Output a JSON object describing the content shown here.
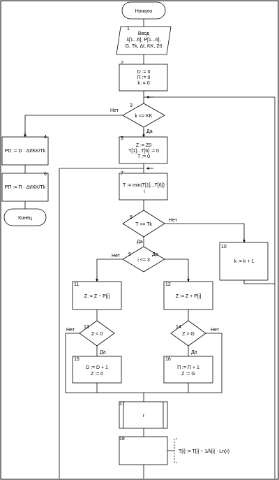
{
  "start": "Начало",
  "end": "Конец",
  "block1": {
    "num": "1",
    "lines": [
      "Ввод",
      "λ[1...6], P[1...6],",
      "G, Tk, Δt, KK, Z0"
    ]
  },
  "block2": {
    "num": "2",
    "lines": [
      "D := 0",
      "П := 0",
      "k := 0"
    ]
  },
  "block3": {
    "num": "3",
    "text": "k <= KK",
    "no": "Нет",
    "yes": "Да"
  },
  "block4": {
    "num": "4",
    "text": "PD := D · Δt/KK/Tk"
  },
  "block5": {
    "num": "5",
    "lines": [
      "Z := Z0",
      "T[1]...T[6] := 0",
      "T := 0"
    ]
  },
  "block6": {
    "num": "6",
    "text": "PП := П · Δt/KK/Tk"
  },
  "block7": {
    "num": "7",
    "text": "T := min(T[1]...T[6])",
    "sub": "i"
  },
  "block8": {
    "num": "8",
    "text": "T <= Tk",
    "no": "Нет",
    "yes": "Да"
  },
  "block9": {
    "num": "9",
    "text": "i <= 3",
    "no": "Нет",
    "yes": "Да"
  },
  "block10": {
    "num": "10",
    "text": "k := k + 1"
  },
  "block11": {
    "num": "11",
    "text": "Z := Z − P[i]"
  },
  "block12": {
    "num": "12",
    "text": "Z := Z + P[i]"
  },
  "block13": {
    "num": "13",
    "text": "Z < 0",
    "no": "Нет",
    "yes": "Да"
  },
  "block14": {
    "num": "14",
    "text": "Z > G",
    "no": "Нет",
    "yes": "Да"
  },
  "block15": {
    "num": "15",
    "lines": [
      "D := D + 1",
      "Z := 0"
    ]
  },
  "block16": {
    "num": "16",
    "lines": [
      "П := П + 1",
      "Z := G"
    ]
  },
  "block17": {
    "num": "17",
    "text": "r"
  },
  "block18": {
    "num": "18",
    "comment": "T[i] := T[i] − 1/λ[i] · Ln(r)"
  }
}
